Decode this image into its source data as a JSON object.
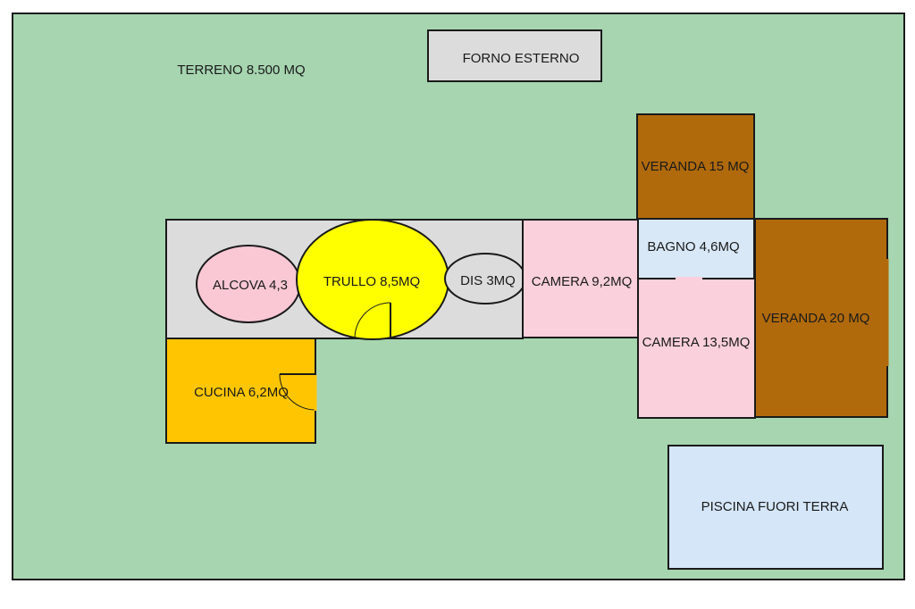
{
  "colors": {
    "terrain": "#a6d5b0",
    "corridor": "#dcdcdc",
    "alcove": "#f9c8d4",
    "trullo": "#ffff00",
    "kitchen": "#ffc600",
    "bedroom": "#fad0dc",
    "bathroom": "#d8e8f6",
    "veranda": "#b06a0c",
    "pool": "#d4e6f8",
    "oven": "#dcdcdc",
    "wall": "#1a1a1a"
  },
  "labels": {
    "terreno": "TERRENO 8.500 MQ",
    "forno": "FORNO ESTERNO",
    "alcova": "ALCOVA 4,3",
    "trullo": "TRULLO 8,5MQ",
    "dis": "DIS 3MQ",
    "camera1": "CAMERA 9,2MQ",
    "bagno": "BAGNO 4,6MQ",
    "camera2": "CAMERA 13,5MQ",
    "veranda15": "VERANDA 15 MQ",
    "veranda20": "VERANDA 20 MQ",
    "cucina": "CUCINA 6,2MQ",
    "piscina": "PISCINA FUORI TERRA"
  }
}
